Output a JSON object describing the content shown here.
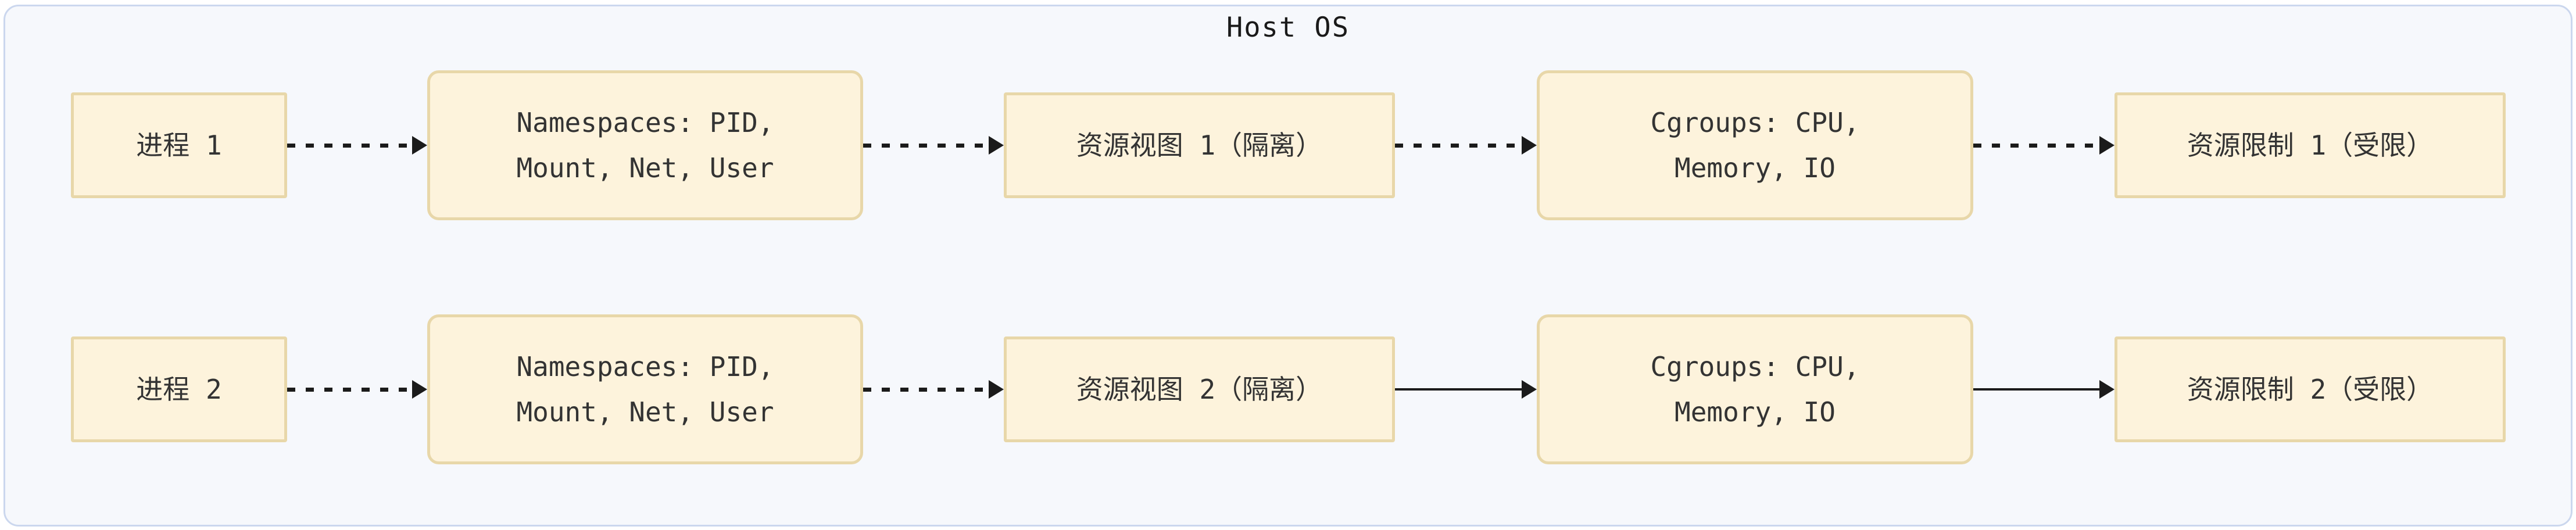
{
  "host": {
    "title": "Host OS"
  },
  "nodes": {
    "process1": {
      "label": "进程 1"
    },
    "namespaces1": {
      "label": "Namespaces: PID,\nMount, Net, User"
    },
    "view1": {
      "label": "资源视图 1（隔离）"
    },
    "cgroups1": {
      "label": "Cgroups: CPU,\nMemory, IO"
    },
    "limit1": {
      "label": "资源限制 1（受限）"
    },
    "process2": {
      "label": "进程 2"
    },
    "namespaces2": {
      "label": "Namespaces: PID,\nMount, Net, User"
    },
    "view2": {
      "label": "资源视图 2（隔离）"
    },
    "cgroups2": {
      "label": "Cgroups: CPU,\nMemory, IO"
    },
    "limit2": {
      "label": "资源限制 2（受限）"
    }
  },
  "edges": [
    {
      "from": "process1",
      "to": "namespaces1",
      "style": "dashed"
    },
    {
      "from": "namespaces1",
      "to": "view1",
      "style": "dashed"
    },
    {
      "from": "view1",
      "to": "cgroups1",
      "style": "dashed"
    },
    {
      "from": "cgroups1",
      "to": "limit1",
      "style": "dashed"
    },
    {
      "from": "process2",
      "to": "namespaces2",
      "style": "dashed"
    },
    {
      "from": "namespaces2",
      "to": "view2",
      "style": "dashed"
    },
    {
      "from": "view2",
      "to": "cgroups2",
      "style": "solid"
    },
    {
      "from": "cgroups2",
      "to": "limit2",
      "style": "solid"
    }
  ],
  "colors": {
    "node_fill": "#fdf3dc",
    "node_border": "#e8d7a9",
    "container_fill": "#f6f8fc",
    "container_border": "#cbd7ee",
    "arrow": "#1b1b1b",
    "text": "#333333"
  }
}
